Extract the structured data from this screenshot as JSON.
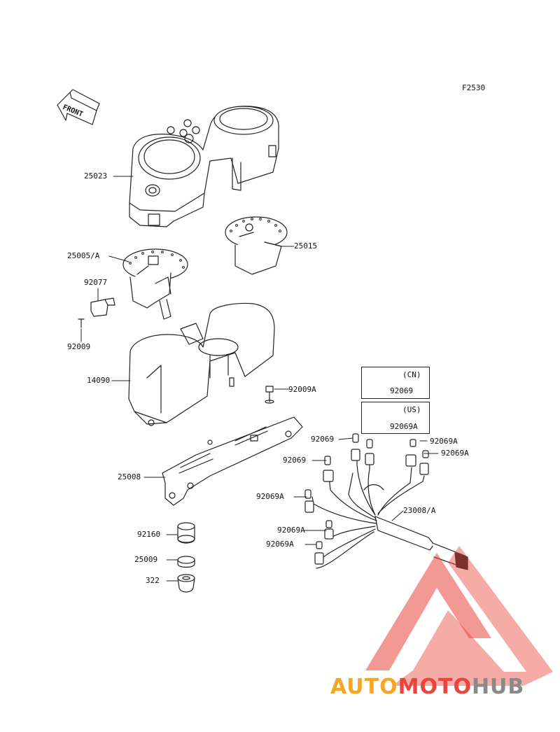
{
  "figure_id": "F2530",
  "front_arrow": "FRONT",
  "callouts": {
    "c25023": "25023",
    "c25005a": "25005/A",
    "c25015": "25015",
    "c92077": "92077",
    "c92009": "92009",
    "c14090": "14090",
    "c92009a": "92009A",
    "c25008": "25008",
    "c92160": "92160",
    "c25009": "25009",
    "c322": "322",
    "c92069_1": "92069",
    "c92069_2": "92069",
    "c92069a_1": "92069A",
    "c92069a_2": "92069A",
    "c92069a_3": "92069A",
    "c92069a_4": "92069A",
    "c92069a_5": "92069A",
    "c23008a": "23008/A"
  },
  "variants": [
    {
      "region": "(CN)",
      "part": "92069"
    },
    {
      "region": "(US)",
      "part": "92069A"
    }
  ],
  "watermark": {
    "brand_auto": "AUTO",
    "brand_moto": "MOTO",
    "brand_hub": "HUB",
    "color_auto": "#f5a623",
    "color_moto": "#e8463c",
    "color_hub": "#8a8a8a"
  },
  "icons": {
    "front_arrow": "front-arrow-icon",
    "logo_triangle": "triangle-logo-icon"
  }
}
